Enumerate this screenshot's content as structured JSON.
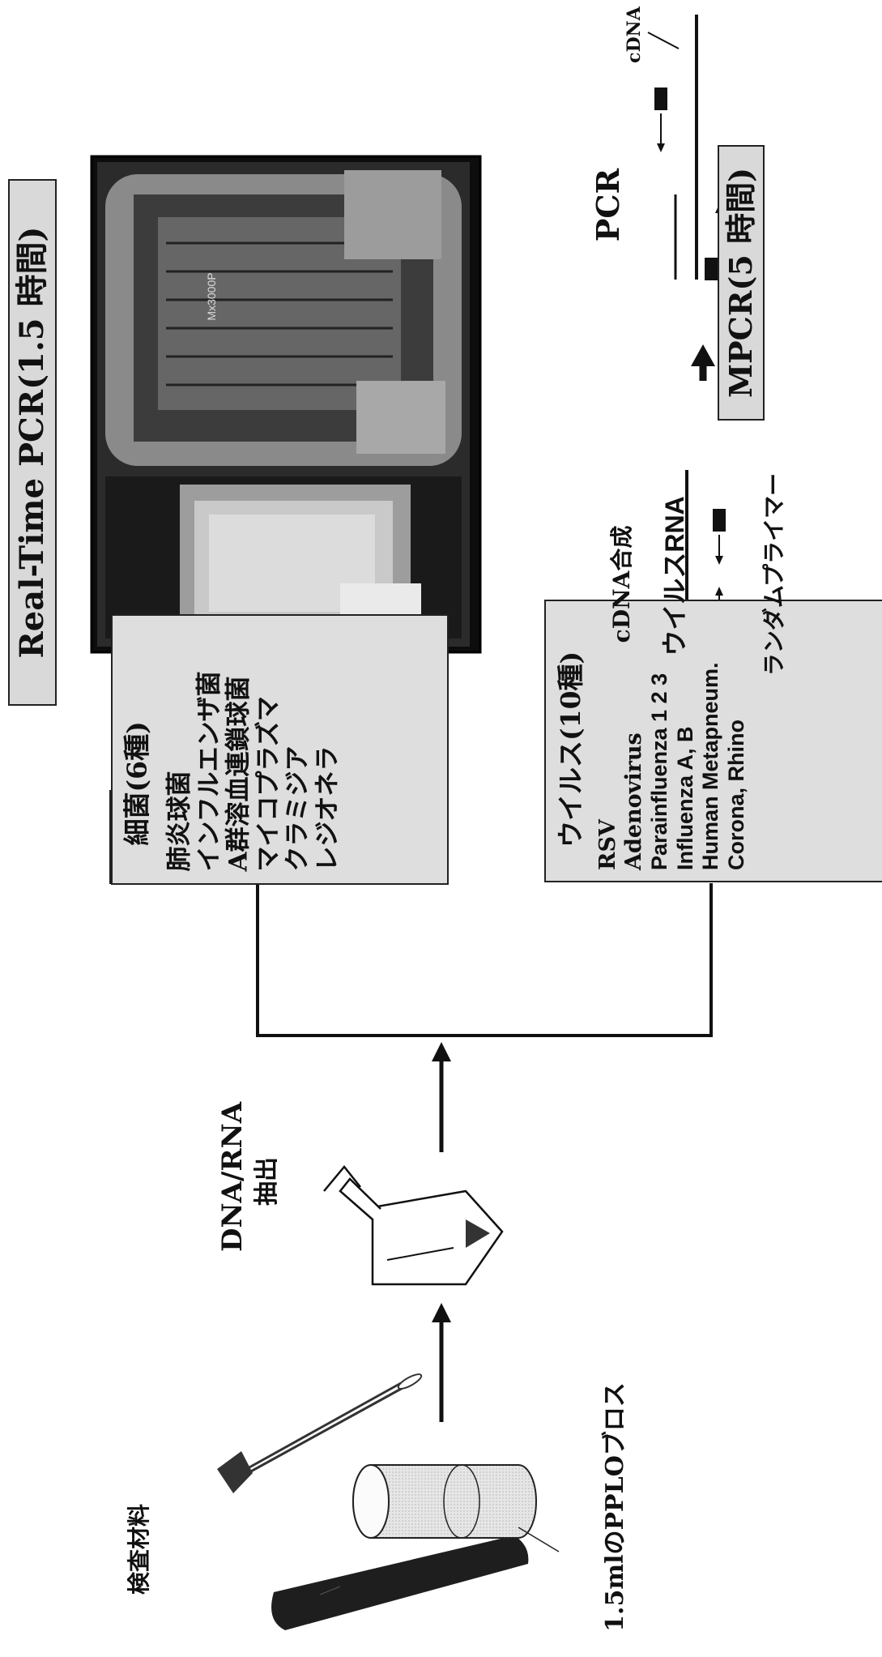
{
  "sample": {
    "label": "検査材料",
    "tube_label": "1.5mlのPPLOブロス"
  },
  "extraction": {
    "title": "DNA/RNA",
    "subtitle": "抽出"
  },
  "bacteria_box": {
    "heading": "細菌(6種)",
    "items": [
      "肺炎球菌",
      "インフルエンザ菌",
      "A群溶血連鎖球菌",
      "マイコプラズマ",
      "クラミジア",
      "レジオネラ"
    ]
  },
  "virus_box": {
    "heading": "ウイルス(10種)",
    "items": [
      "RSV",
      "Adenovirus",
      "Parainfluenza 1 2 3",
      "Influenza A, B",
      "Human Metapneum.",
      "Corona,  Rhino"
    ]
  },
  "realtime": {
    "title": "Real-Time  PCR(1.5 時間)",
    "instrument_label": "Mx3000P"
  },
  "cdna_synthesis": {
    "title": "cDNA合成",
    "strand_label": "ウイルスRNA",
    "primer_label": "ランダムプライマー"
  },
  "pcr": {
    "title": "PCR",
    "cdna_label": "cDNA"
  },
  "mpcr": {
    "title": "MPCR(5 時間)"
  }
}
